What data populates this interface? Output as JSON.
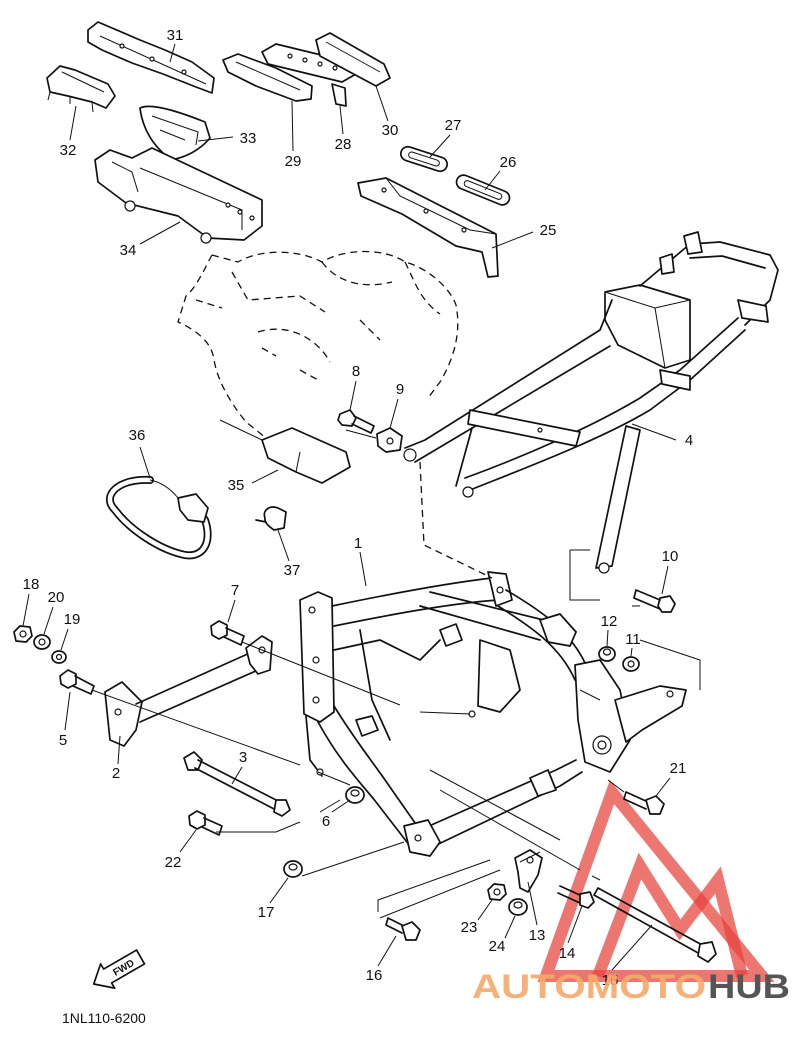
{
  "callouts": [
    "1",
    "2",
    "3",
    "4",
    "5",
    "6",
    "7",
    "8",
    "9",
    "10",
    "11",
    "12",
    "13",
    "14",
    "15",
    "16",
    "17",
    "18",
    "19",
    "20",
    "21",
    "22",
    "23",
    "24",
    "25",
    "26",
    "27",
    "28",
    "29",
    "30",
    "31",
    "32",
    "33",
    "34",
    "35",
    "36",
    "37"
  ],
  "fwd_label": "FWD",
  "diagram_code": "1NL110-6200",
  "watermark": {
    "word1": "AUTOMOTO",
    "word2": "HUB"
  },
  "colors": {
    "ink": "#111111",
    "paper": "#ffffff",
    "watermark_red": "#e8413a",
    "watermark_orange": "#f6a96a",
    "watermark_gray": "#555555"
  }
}
